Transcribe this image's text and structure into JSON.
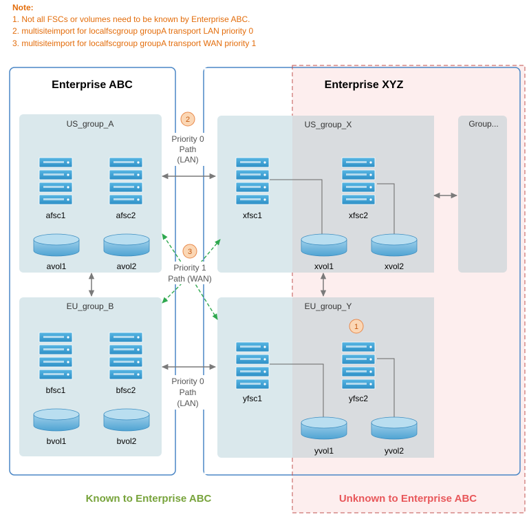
{
  "note": {
    "title": "Note:",
    "lines": [
      "1. Not all FSCs or volumes need to be known by Enterprise ABC.",
      "2. multisiteimport for localfscgroup groupA transport LAN priority 0",
      "3. multisiteimport for localfscgroup groupA transport WAN priority 1"
    ]
  },
  "enterprise_abc": {
    "title": "Enterprise ABC",
    "us_group": {
      "label": "US_group_A",
      "servers": [
        "afsc1",
        "afsc2"
      ],
      "volumes": [
        "avol1",
        "avol2"
      ]
    },
    "eu_group": {
      "label": "EU_group_B",
      "servers": [
        "bfsc1",
        "bfsc2"
      ],
      "volumes": [
        "bvol1",
        "bvol2"
      ]
    }
  },
  "enterprise_xyz": {
    "title": "Enterprise XYZ",
    "us_group": {
      "label": "US_group_X",
      "servers": [
        "xfsc1",
        "xfsc2"
      ],
      "volumes": [
        "xvol1",
        "xvol2"
      ]
    },
    "eu_group": {
      "label": "EU_group_Y",
      "servers": [
        "yfsc1",
        "yfsc2"
      ],
      "volumes": [
        "yvol1",
        "yvol2"
      ]
    },
    "other_group": {
      "label": "Group..."
    }
  },
  "paths": {
    "lan_top": {
      "badge": "2",
      "lines": [
        "Priority 0",
        "Path",
        "(LAN)"
      ]
    },
    "wan": {
      "badge": "3",
      "lines": [
        "Priority 1",
        "Path (WAN)"
      ]
    },
    "lan_bottom": {
      "lines": [
        "Priority 0",
        "Path",
        "(LAN)"
      ]
    },
    "unknown_badge": "1"
  },
  "footer": {
    "known": "Known to Enterprise ABC",
    "unknown": "Unknown to Enterprise ABC"
  },
  "colors": {
    "enterprise_border": "#4a86c5",
    "group_fill": "#dae8ec",
    "group_fill_gray": "#d9dcdf",
    "unknown_region": "#fdeeee",
    "unknown_border": "#c0504d",
    "known_text": "#77a33b",
    "unknown_text": "#e8575a",
    "note_text": "#e36c0a",
    "server_fill": "#3fa5d8",
    "volume_fill": "#6fb6dc",
    "badge_fill": "#fbd7b5",
    "wan_arrow": "#2fa84f",
    "lan_arrow": "#7a7a7a"
  }
}
